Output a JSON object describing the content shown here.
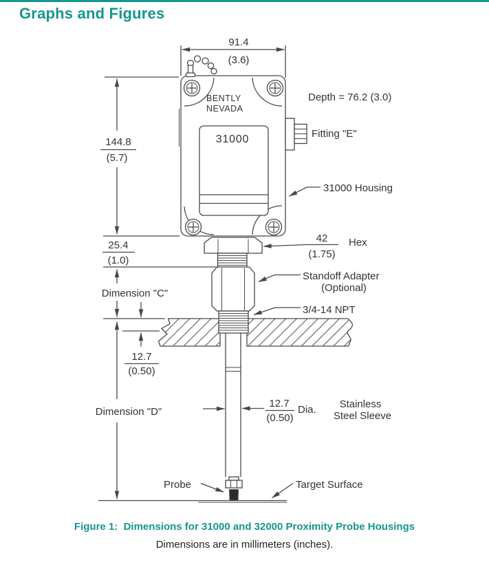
{
  "page": {
    "title": "Graphs and Figures"
  },
  "theme": {
    "accent": "#15968c",
    "line_color": "#474747",
    "text_color": "#333333"
  },
  "diagram": {
    "housing": {
      "brand1": "BENTLY",
      "brand2": "NEVADA",
      "model": "31000"
    },
    "labels": {
      "depth": "Depth = 76.2 (3.0)",
      "fitting": "Fitting \"E\"",
      "housing_callout": "31000 Housing",
      "hex": "Hex",
      "standoff_line1": "Standoff Adapter",
      "standoff_line2": "(Optional)",
      "npt": "3/4-14 NPT",
      "dimension_c": "Dimension \"C\"",
      "dimension_d": "Dimension \"D\"",
      "dia": "Dia.",
      "sleeve_line1": "Stainless",
      "sleeve_line2": "Steel Sleeve",
      "probe": "Probe",
      "target_surface": "Target Surface"
    },
    "dimensions": {
      "housing_width_mm": "91.4",
      "housing_width_in": "(3.6)",
      "housing_height_mm": "144.8",
      "housing_height_in": "(5.7)",
      "hex_offset_mm": "25.4",
      "hex_offset_in": "(1.0)",
      "hex_size_mm": "42",
      "hex_size_in": "(1.75)",
      "plate_mm": "12.7",
      "plate_in": "(0.50)",
      "sleeve_dia_mm": "12.7",
      "sleeve_dia_in": "(0.50)"
    }
  },
  "caption": {
    "title": "Figure 1:  Dimensions for 31000 and 32000 Proximity Probe Housings",
    "subtitle": "Dimensions are in millimeters (inches)."
  }
}
